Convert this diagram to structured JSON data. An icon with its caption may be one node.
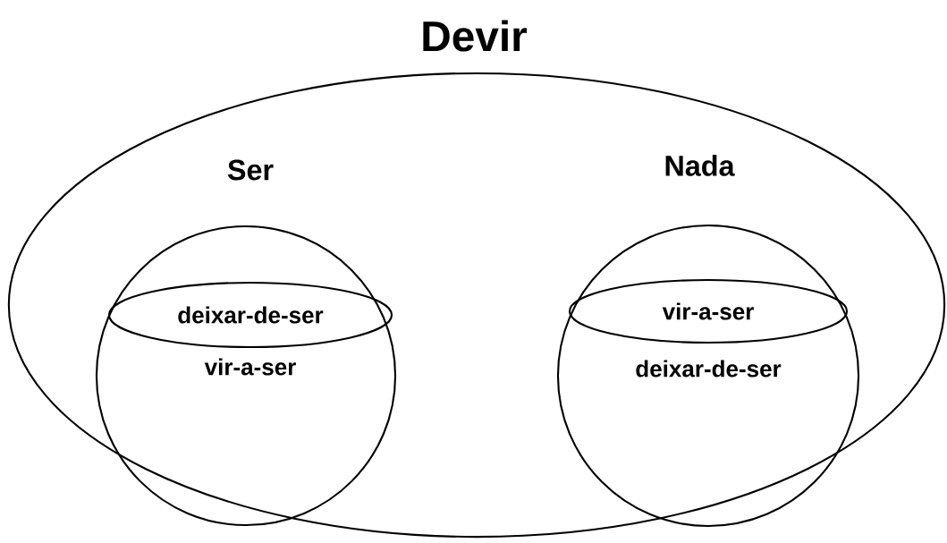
{
  "diagram": {
    "nodes": [
      {
        "text": [
          "Devir"
        ]
      },
      {
        "text": [
          "Ser",
          "vir-a-ser"
        ],
        "in": 0
      },
      {
        "text": [
          "deixar-de-ser"
        ],
        "in": 1
      },
      {
        "text": [
          "Nada",
          "deixar-de-ser"
        ],
        "in": 0
      },
      {
        "text": [
          "vir-a-ser"
        ],
        "in": 3
      }
    ]
  }
}
